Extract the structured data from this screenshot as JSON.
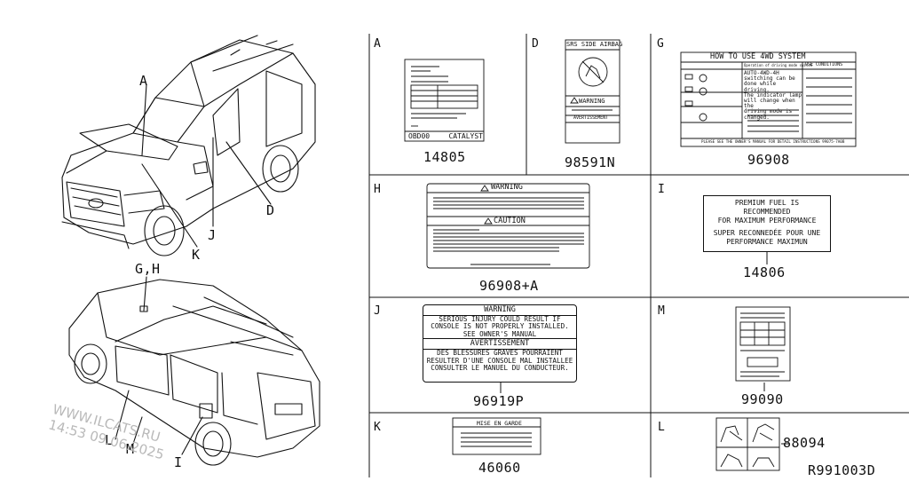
{
  "callouts": {
    "A": "A",
    "D": "D",
    "J": "J",
    "K": "K",
    "GH": "G,H",
    "L": "L",
    "M": "M",
    "I": "I"
  },
  "panels": {
    "A": {
      "letter": "A",
      "part": "14805",
      "label_footer_left": "OBD00",
      "label_footer_right": "CATALYST"
    },
    "D": {
      "letter": "D",
      "part": "98591N",
      "title": "SRS SIDE AIRBAG",
      "warning": "WARNING",
      "avert": "AVERTISSEMENT"
    },
    "G": {
      "letter": "G",
      "part": "96908",
      "title": "HOW TO USE 4WD SYSTEM",
      "col_header_1": "Operation of driving mode switch",
      "col_header_2": "USE CONDITIONS",
      "text": [
        "AUTO-4WD-4H",
        "switching can be",
        "done while driving.",
        "The indicator lamp",
        "will change when the",
        "driving mode is",
        "changed."
      ],
      "footer": "PLEASE SEE THE OWNER'S MANUAL FOR DETAIL INSTRUCTIONS  99075-7A0B"
    },
    "H": {
      "letter": "H",
      "part": "96908+A",
      "warning": "WARNING",
      "caution": "CAUTION"
    },
    "I": {
      "letter": "I",
      "part": "14806",
      "lines": [
        "PREMIUM FUEL IS",
        "RECOMMENDED",
        "FOR MAXIMUM PERFORMANCE",
        "",
        "SUPER RECONNEDÉE POUR UNE",
        "PERFORMANCE MAXIMUN"
      ]
    },
    "J": {
      "letter": "J",
      "part": "96919P",
      "warning": "WARNING",
      "en": [
        "SERIOUS INJURY COULD RESULT IF",
        "CONSOLE IS NOT PROPERLY INSTALLED.",
        "SEE OWNER'S MANUAL"
      ],
      "avert": "AVERTISSEMENT",
      "fr": [
        "DES BLESSURES GRAVES POURRAIENT",
        "RESULTER D'UNE CONSOLE MAL INSTALLEE",
        "CONSULTER LE MANUEL DU CONDUCTEUR."
      ]
    },
    "K": {
      "letter": "K",
      "part": "46060",
      "title": "MISE EN GARDE"
    },
    "L": {
      "letter": "L",
      "part": "88094"
    },
    "M": {
      "letter": "M",
      "part": "99090"
    }
  },
  "diagram_id": "R991003D",
  "watermark": {
    "line1": "WWW.ILCATS.RU",
    "line2": "14:53 09.06.2025"
  }
}
